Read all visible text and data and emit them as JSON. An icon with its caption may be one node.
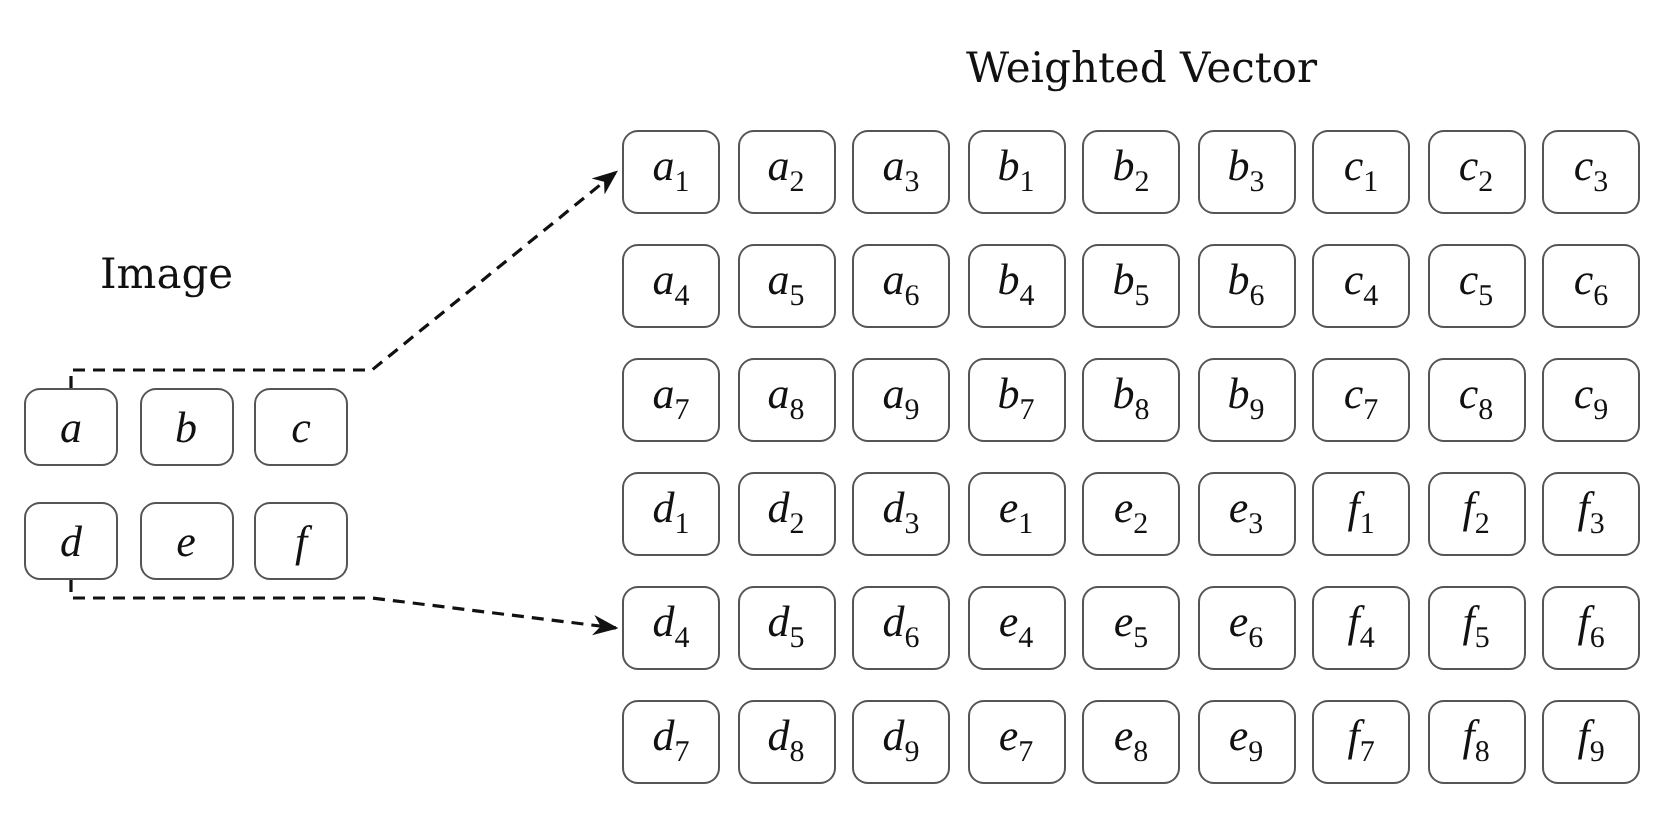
{
  "diagram": {
    "nodes": [
      {
        "text": [
          "*a*"
        ]
      },
      {
        "text": [
          "*b*"
        ]
      },
      {
        "text": [
          "*c*"
        ]
      },
      {
        "text": [
          "*d*"
        ]
      },
      {
        "text": [
          "*e*"
        ]
      },
      {
        "text": [
          "*f*"
        ]
      },
      {
        "text": [
          "*a*$_{1}$"
        ]
      },
      {
        "text": [
          "*a*$_{2}$"
        ]
      },
      {
        "text": [
          "*a*$_{3}$"
        ]
      },
      {
        "text": [
          "*b*$_{1}$"
        ]
      },
      {
        "text": [
          "*b*$_{2}$"
        ]
      },
      {
        "text": [
          "*b*$_{3}$"
        ]
      },
      {
        "text": [
          "*c*$_{1}$"
        ]
      },
      {
        "text": [
          "*c*$_{2}$"
        ]
      },
      {
        "text": [
          "*c*$_{3}$"
        ]
      },
      {
        "text": [
          "*a*$_{4}$"
        ]
      },
      {
        "text": [
          "*a*$_{5}$"
        ]
      },
      {
        "text": [
          "*a*$_{6}$"
        ]
      },
      {
        "text": [
          "*b*$_{4}$"
        ]
      },
      {
        "text": [
          "*b*$_{5}$"
        ]
      },
      {
        "text": [
          "*b*$_{6}$"
        ]
      },
      {
        "text": [
          "*c*$_{4}$"
        ]
      },
      {
        "text": [
          "*c*$_{5}$"
        ]
      },
      {
        "text": [
          "*c*$_{6}$"
        ]
      },
      {
        "text": [
          "*a*$_{7}$"
        ]
      },
      {
        "text": [
          "*a*$_{8}$"
        ]
      },
      {
        "text": [
          "*a*$_{9}$"
        ]
      },
      {
        "text": [
          "*b*$_{7}$"
        ]
      },
      {
        "text": [
          "*b*$_{8}$"
        ]
      },
      {
        "text": [
          "*b*$_{9}$"
        ]
      },
      {
        "text": [
          "*c*$_{7}$"
        ]
      },
      {
        "text": [
          "*c*$_{8}$"
        ]
      },
      {
        "text": [
          "*c*$_{9}$"
        ]
      },
      {
        "text": [
          "*d*$_{1}$"
        ]
      },
      {
        "text": [
          "*d*$_{2}$"
        ]
      },
      {
        "text": [
          "*d*$_{3}$"
        ]
      },
      {
        "text": [
          "*e*$_{1}$"
        ]
      },
      {
        "text": [
          "*e*$_{2}$"
        ]
      },
      {
        "text": [
          "*e*$_{3}$"
        ]
      },
      {
        "text": [
          "*f*$_{1}$"
        ]
      },
      {
        "text": [
          "*f*$_{2}$"
        ]
      },
      {
        "text": [
          "*f*$_{3}$"
        ]
      },
      {
        "text": [
          "*d*$_{4}$"
        ]
      },
      {
        "text": [
          "*d*$_{5}$"
        ]
      },
      {
        "text": [
          "*d*$_{6}$"
        ]
      },
      {
        "text": [
          "*e*$_{4}$"
        ]
      },
      {
        "text": [
          "*e*$_{5}$"
        ]
      },
      {
        "text": [
          "*e*$_{6}$"
        ]
      },
      {
        "text": [
          "*f*$_{4}$"
        ]
      },
      {
        "text": [
          "*f*$_{5}$"
        ]
      },
      {
        "text": [
          "*f*$_{6}$"
        ]
      },
      {
        "text": [
          "*d*$_{7}$"
        ]
      },
      {
        "text": [
          "*d*$_{8}$"
        ]
      },
      {
        "text": [
          "*d*$_{9}$"
        ]
      },
      {
        "text": [
          "*e*$_{7}$"
        ]
      },
      {
        "text": [
          "*e*$_{8}$"
        ]
      },
      {
        "text": [
          "*e*$_{9}$"
        ]
      },
      {
        "text": [
          "*f*$_{7}$"
        ]
      },
      {
        "text": [
          "*f*$_{8}$"
        ]
      },
      {
        "text": [
          "*f*$_{9}$"
        ]
      }
    ],
    "edges": [
      {
        "from": 0,
        "to": 6,
        "arrow": "to",
        "style": "dashed"
      },
      {
        "from": 3,
        "to": 42,
        "arrow": "to",
        "style": "dashed"
      }
    ],
    "labels": [
      "Weighted Vector",
      "Image"
    ]
  }
}
